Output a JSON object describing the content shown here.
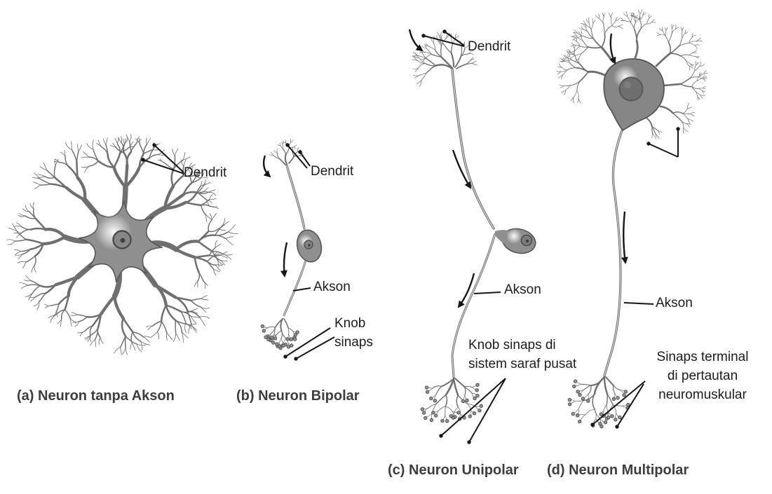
{
  "figure_type": "neuron-classification-diagram",
  "colors": {
    "background": "#ffffff",
    "ink": "#161616",
    "label_text": "#1c1c1c",
    "caption_text": "#3d3d3d",
    "branch_stroke": "#6f6f6f",
    "soma_fill": "#8f8f8f",
    "soma_fill_dark": "#868686",
    "tube_outer": "#6a6a6a",
    "tube_inner": "#d8d8d8",
    "knob_fill": "#949494",
    "knob_stroke": "#4f4f4f"
  },
  "panels": [
    {
      "id": "a",
      "caption": "(a) Neuron tanpa Akson",
      "labels": {
        "dendrit": "Dendrit"
      }
    },
    {
      "id": "b",
      "caption": "(b) Neuron Bipolar",
      "labels": {
        "dendrit": "Dendrit",
        "akson": "Akson",
        "knob_sinaps": "Knob\nsinaps"
      }
    },
    {
      "id": "c",
      "caption": "(c) Neuron Unipolar",
      "labels": {
        "dendrit": "Dendrit",
        "akson": "Akson",
        "knob_sinaps": "Knob sinaps di\nsistem saraf pusat"
      }
    },
    {
      "id": "d",
      "caption": "(d) Neuron Multipolar",
      "labels": {
        "akson": "Akson",
        "sinaps_terminal": "Sinaps terminal\ndi pertautan\nneuromuskular"
      }
    }
  ]
}
